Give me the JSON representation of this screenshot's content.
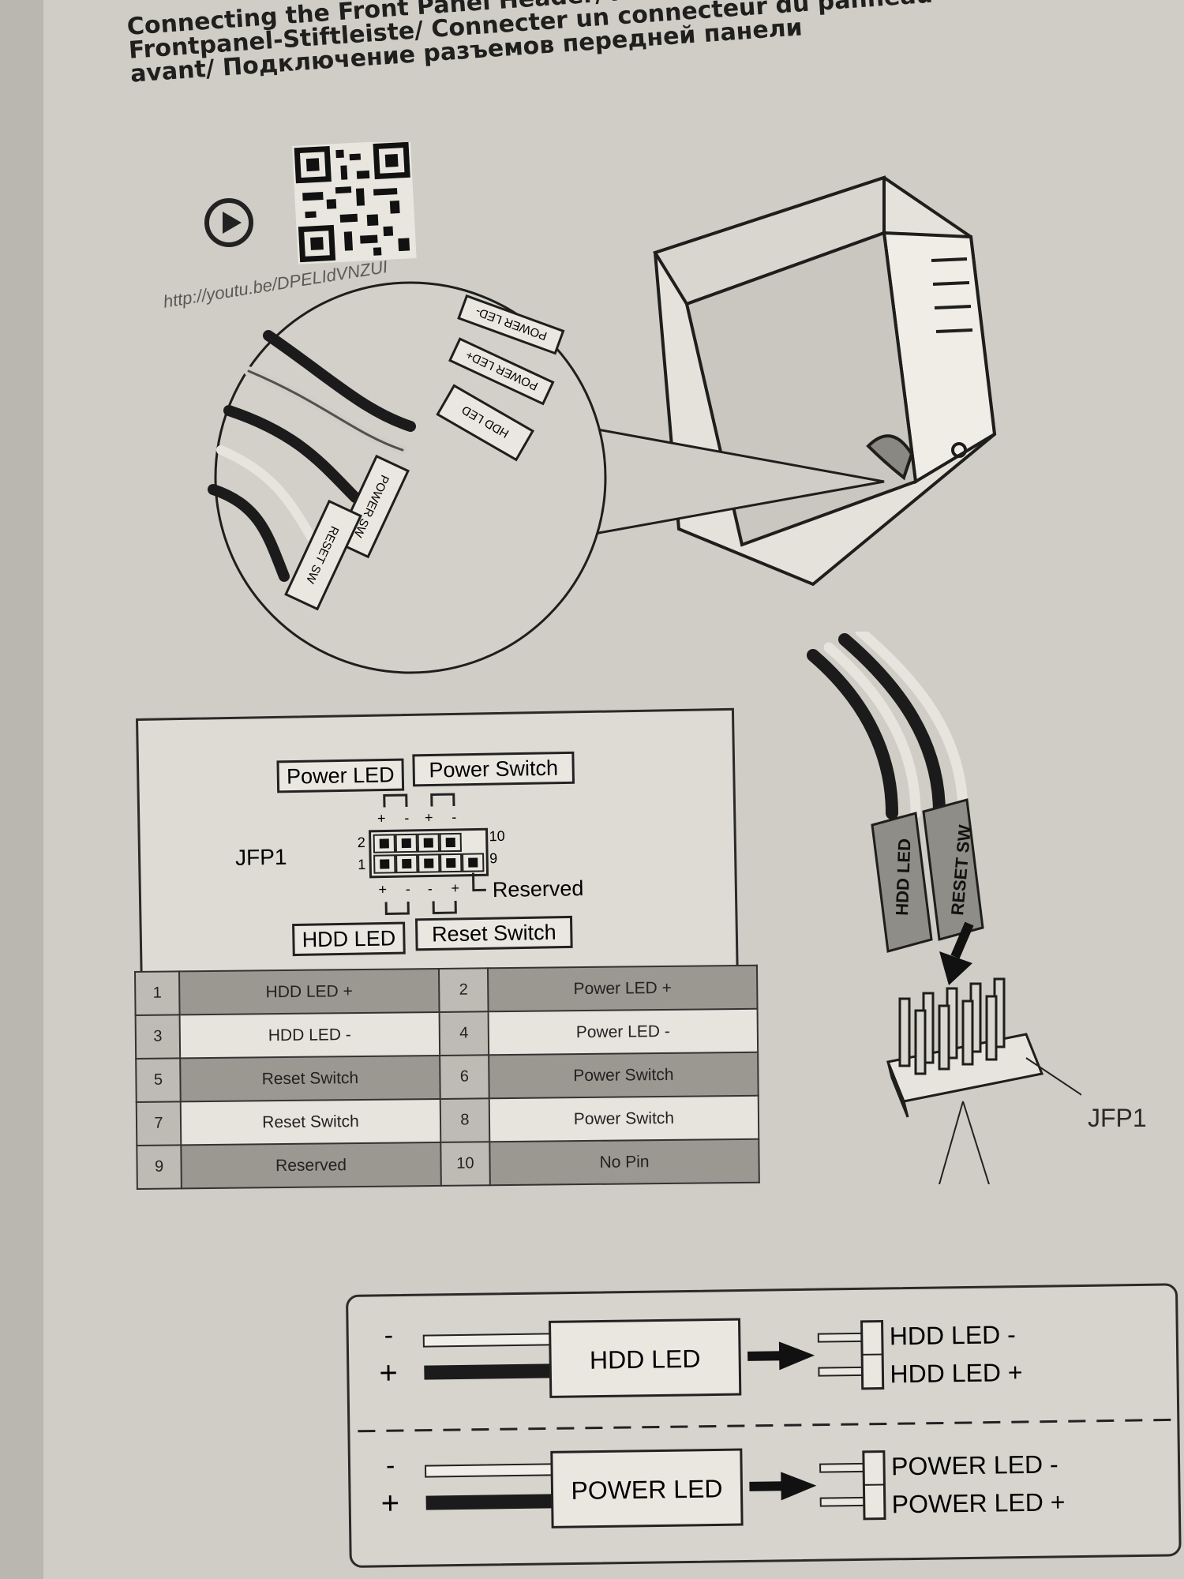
{
  "title": {
    "line1": "Connecting the Front Panel Header/ Anschluss der",
    "line2": "Frontpanel-Stiftleiste/ Connecter un connecteur du panneau",
    "line3": "avant/ Подключение разъемов передней панели"
  },
  "video_url": "http://youtu.be/DPELIdVNZUI",
  "connectors": {
    "power_led": "POWER LED-",
    "power_led_plus": "POWER LED+",
    "hdd_led": "HDD LED",
    "power_sw": "POWER SW",
    "reset_sw": "RESET SW"
  },
  "header_cable": {
    "hdd_led": "HDD LED",
    "reset_sw": "RESET SW"
  },
  "jfp1_label": "JFP1",
  "pin_diagram": {
    "header_name": "JFP1",
    "top_labels": [
      "Power LED",
      "Power Switch"
    ],
    "bottom_labels": [
      "HDD LED",
      "Reset Switch"
    ],
    "reserved_label": "Reserved",
    "pin_numbers": {
      "top_left": "2",
      "bottom_left": "1",
      "top_right": "10",
      "bottom_right": "9"
    },
    "polarity_top": [
      "+",
      "-",
      "+",
      "-"
    ],
    "polarity_bottom": [
      "+",
      "-",
      "-",
      "+"
    ]
  },
  "pin_table": [
    {
      "pin_a": "1",
      "signal_a": "HDD LED +",
      "pin_b": "2",
      "signal_b": "Power LED +"
    },
    {
      "pin_a": "3",
      "signal_a": "HDD LED -",
      "pin_b": "4",
      "signal_b": "Power LED -"
    },
    {
      "pin_a": "5",
      "signal_a": "Reset Switch",
      "pin_b": "6",
      "signal_b": "Power Switch"
    },
    {
      "pin_a": "7",
      "signal_a": "Reset Switch",
      "pin_b": "8",
      "signal_b": "Power Switch"
    },
    {
      "pin_a": "9",
      "signal_a": "Reserved",
      "pin_b": "10",
      "signal_b": "No Pin"
    }
  ],
  "led_wiring": [
    {
      "connector": "HDD LED",
      "minus": "-",
      "plus": "+",
      "pin_minus": "HDD LED -",
      "pin_plus": "HDD LED +"
    },
    {
      "connector": "POWER LED",
      "minus": "-",
      "plus": "+",
      "pin_minus": "POWER LED -",
      "pin_plus": "POWER LED +"
    }
  ],
  "colors": {
    "paper": "#cfcdc5",
    "ink": "#1d1d1b",
    "table_dark": "#9a9890",
    "table_light": "#e6e4dc"
  }
}
